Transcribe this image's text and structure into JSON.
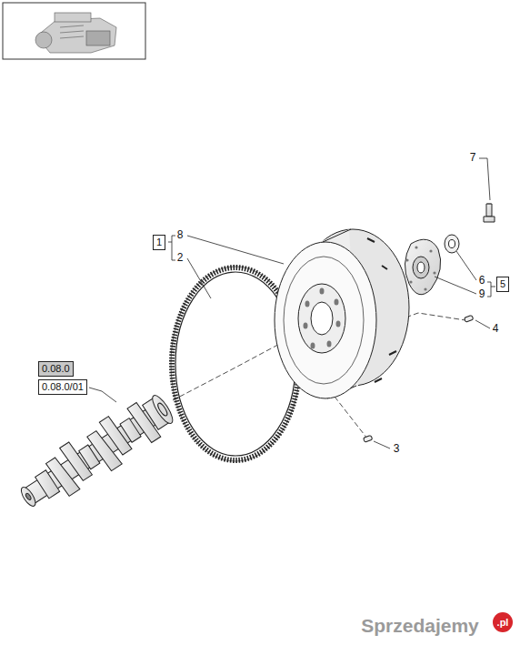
{
  "diagram": {
    "nodes": [
      {
        "text": [
          "1"
        ]
      },
      {
        "text": [
          "5"
        ]
      },
      {
        "text": [
          "0.08.0"
        ]
      },
      {
        "text": [
          "0.08.0/01"
        ]
      }
    ],
    "labels": [
      "7",
      "8",
      "2",
      "6",
      "9",
      "4",
      "3",
      "Sprzedajemy",
      ".pl"
    ]
  }
}
